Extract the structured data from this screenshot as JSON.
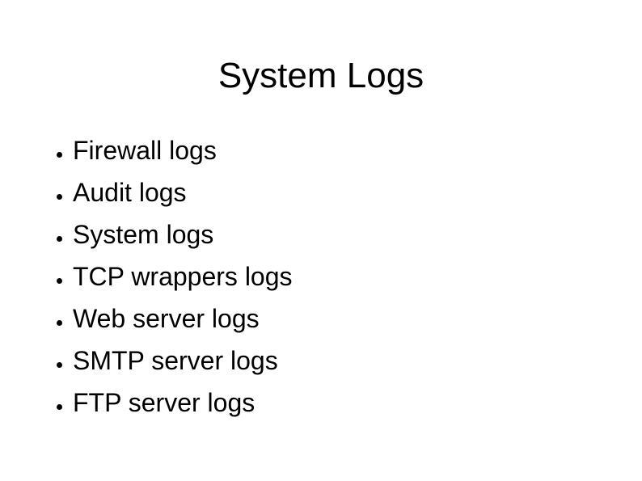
{
  "slide": {
    "title": "System Logs",
    "bullets": [
      {
        "label": "Firewall logs"
      },
      {
        "label": "Audit logs"
      },
      {
        "label": "System logs"
      },
      {
        "label": "TCP wrappers logs"
      },
      {
        "label": "Web server logs"
      },
      {
        "label": "SMTP server logs"
      },
      {
        "label": "FTP server logs"
      }
    ],
    "colors": {
      "background": "#ffffff",
      "text": "#000000"
    }
  }
}
